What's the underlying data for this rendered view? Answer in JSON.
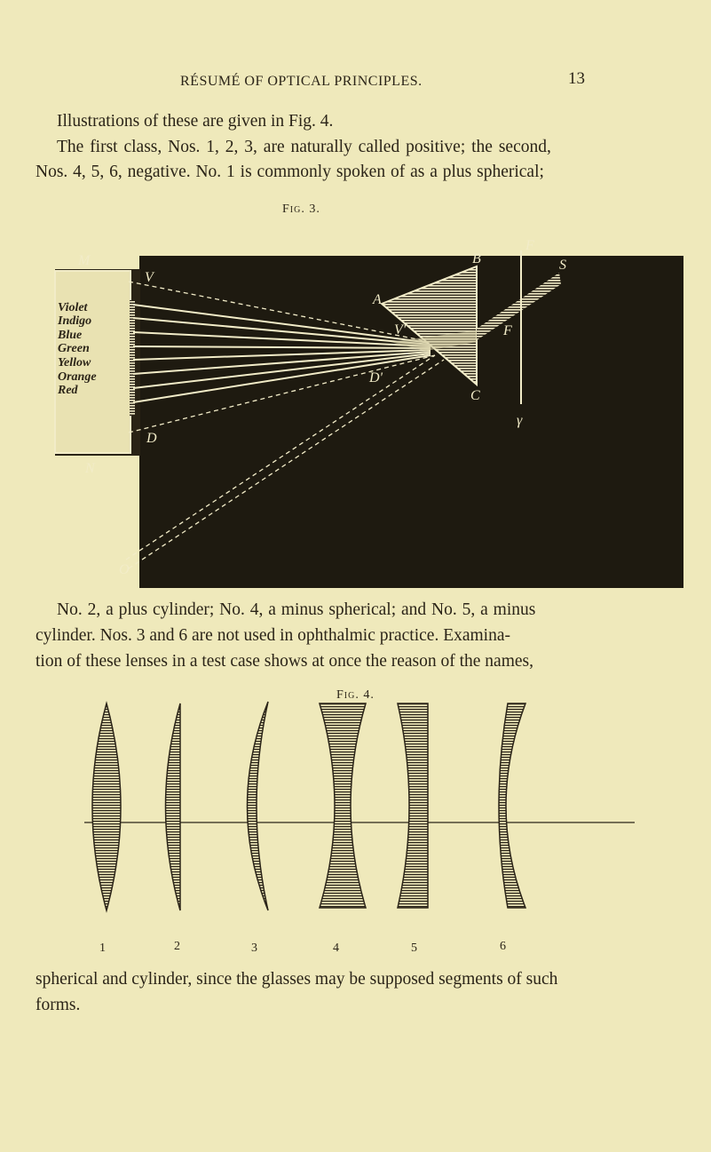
{
  "header": {
    "running_title": "RÉSUMÉ OF OPTICAL PRINCIPLES.",
    "page_number": "13"
  },
  "paragraph1": [
    "Illustrations of these are given in Fig. 4.",
    "The first class, Nos. 1, 2, 3, are naturally called positive; the second,",
    "Nos. 4, 5, 6, negative.  No. 1 is commonly spoken of as a plus spherical;"
  ],
  "figure3": {
    "caption": "Fig. 3.",
    "spectrum_labels": [
      "Violet",
      "Indigo",
      "Blue",
      "Green",
      "Yellow",
      "Orange",
      "Red"
    ],
    "letters": {
      "M": "M",
      "N": "N",
      "V": "V",
      "A": "A",
      "B": "B",
      "C": "C",
      "V2": "V'",
      "D": "D",
      "D2": "D'",
      "F_top": "F",
      "F": "F",
      "S": "S",
      "gamma": "γ",
      "O": "O"
    }
  },
  "paragraph2": [
    "No. 2, a plus cylinder; No. 4, a minus spherical; and No. 5, a minus",
    "cylinder.  Nos. 3 and 6 are not used in ophthalmic practice.  Examina-",
    "tion of these lenses in a test case shows at once the reason of the names,"
  ],
  "figure4": {
    "caption": "Fig. 4.",
    "lens_numbers": [
      "1",
      "2",
      "3",
      "4",
      "5",
      "6"
    ]
  },
  "paragraph3": [
    "spherical and cylinder, since the glasses may be supposed segments of such",
    "forms."
  ],
  "colors": {
    "paper": "#efe9bb",
    "ink": "#2b2418",
    "plate": "#1e1a10",
    "engraving_line": "#f2ecc8"
  }
}
